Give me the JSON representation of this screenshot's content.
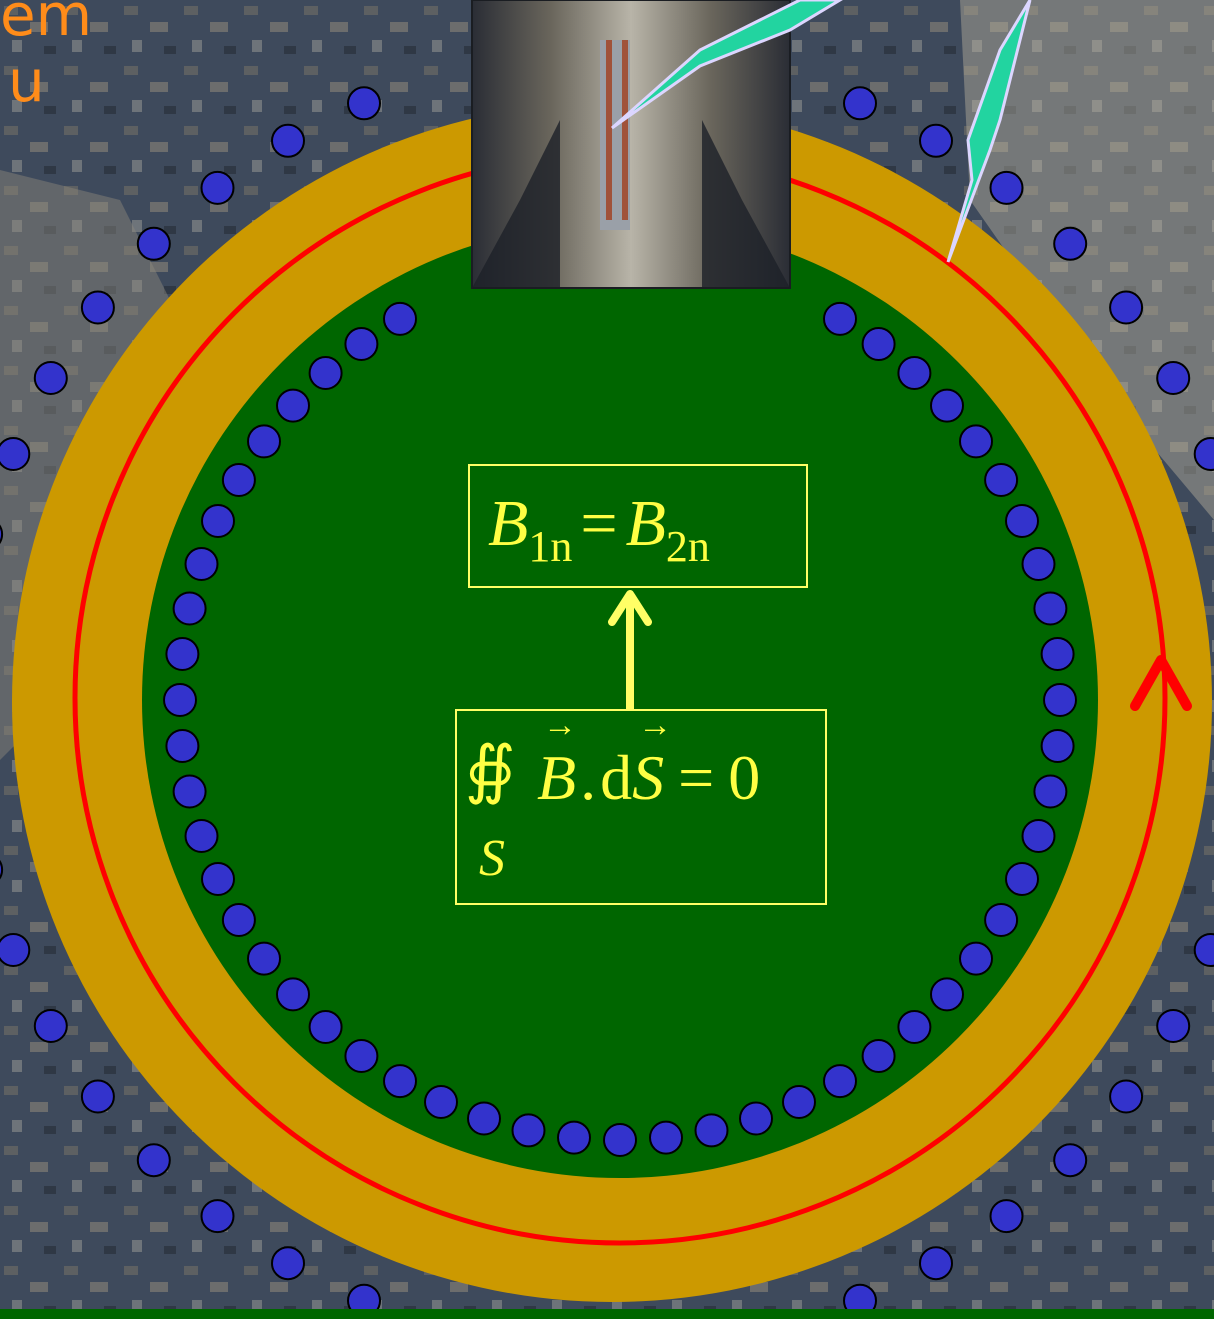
{
  "corner_text": {
    "line1": "em",
    "line2": "u"
  },
  "equations": {
    "top": {
      "lhs_symbol": "B",
      "lhs_sub": "1n",
      "operator": "=",
      "rhs_symbol": "B",
      "rhs_sub": "2n"
    },
    "bottom": {
      "integral_symbol": "∯",
      "field_symbol": "B",
      "dot": ".",
      "d": "d",
      "area_symbol": "S",
      "operator": "=",
      "rhs": "0",
      "surface_label": "S"
    }
  },
  "colors": {
    "background": "#3b4658",
    "outer_ring": "#cc9900",
    "inner_disc": "#006600",
    "loop_line": "#ff0000",
    "dots_fill": "#3333cc",
    "equation_text": "#ffff44",
    "spark": "#22d4a0",
    "corner_text": "#ff8c1a"
  },
  "icons": {
    "dots": "blue-circle-dots",
    "arrow": "up-arrow-icon",
    "loop_direction": "arrowhead-up-icon",
    "spark": "lightning-bolt-icon",
    "device": "magnet-photo"
  }
}
